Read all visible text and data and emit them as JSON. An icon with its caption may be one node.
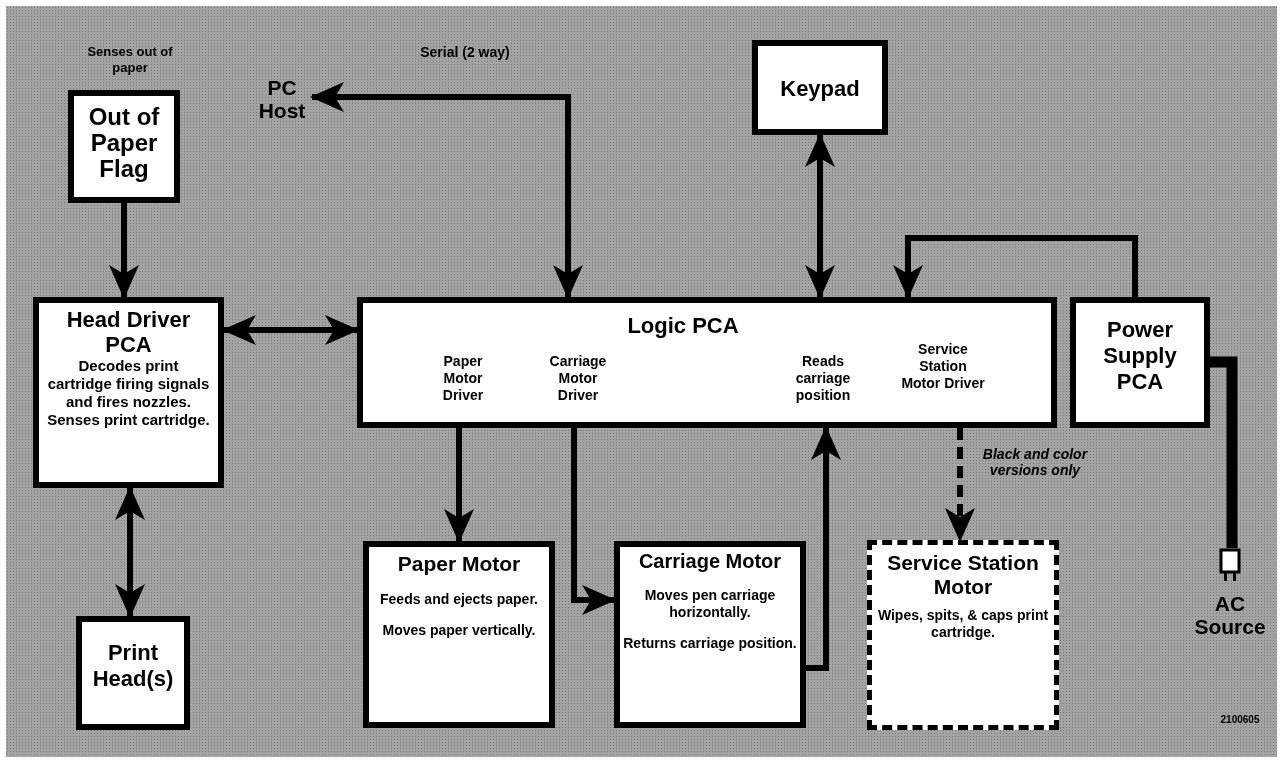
{
  "diagram": {
    "nodes": [
      {
        "text": [
          "Out of Paper Flag"
        ],
        "beside": [
          "Senses out of paper"
        ]
      },
      {
        "text": [
          "PC Host"
        ]
      },
      {
        "text": [
          "Keypad"
        ]
      },
      {
        "text": [
          "Head Driver PCA",
          "Decodes print cartridge firing signals and fires nozzles. Senses print cartridge."
        ]
      },
      {
        "text": [
          "Logic PCA",
          "Paper Motor Driver",
          "Carriage Motor Driver",
          "Reads carriage position",
          "Service Station Motor Driver"
        ]
      },
      {
        "text": [
          "Power Supply PCA"
        ]
      },
      {
        "text": [
          "Print Head(s)"
        ]
      },
      {
        "text": [
          "Paper Motor",
          "Feeds and ejects paper.",
          "Moves paper vertically."
        ]
      },
      {
        "text": [
          "Carriage Motor",
          "Moves pen carriage horizontally.",
          "Returns carriage position."
        ]
      },
      {
        "text": [
          "Service Station Motor",
          "Wipes, spits, & caps print cartridge."
        ]
      },
      {
        "text": [
          "AC Source"
        ]
      }
    ],
    "edges": [
      {
        "from": 0,
        "to": 3,
        "arrow": "to"
      },
      {
        "from": 1,
        "to": 4,
        "arrow": "both",
        "label": "Serial (2 way)"
      },
      {
        "from": 2,
        "to": 4,
        "arrow": "both"
      },
      {
        "from": 5,
        "to": 4,
        "arrow": "to"
      },
      {
        "from": 3,
        "to": 4,
        "arrow": "both"
      },
      {
        "from": 3,
        "to": 6,
        "arrow": "both"
      },
      {
        "from": 4,
        "to": 7,
        "arrow": "to"
      },
      {
        "from": 4,
        "to": 8,
        "arrow": "to"
      },
      {
        "from": 8,
        "to": 4,
        "arrow": "to"
      },
      {
        "from": 4,
        "to": 9,
        "arrow": "to",
        "style": "dashed",
        "label": "Black and color versions only"
      },
      {
        "from": 5,
        "to": 10,
        "arrow": "none",
        "style": "thick"
      }
    ],
    "labels": [
      "2100605"
    ]
  }
}
